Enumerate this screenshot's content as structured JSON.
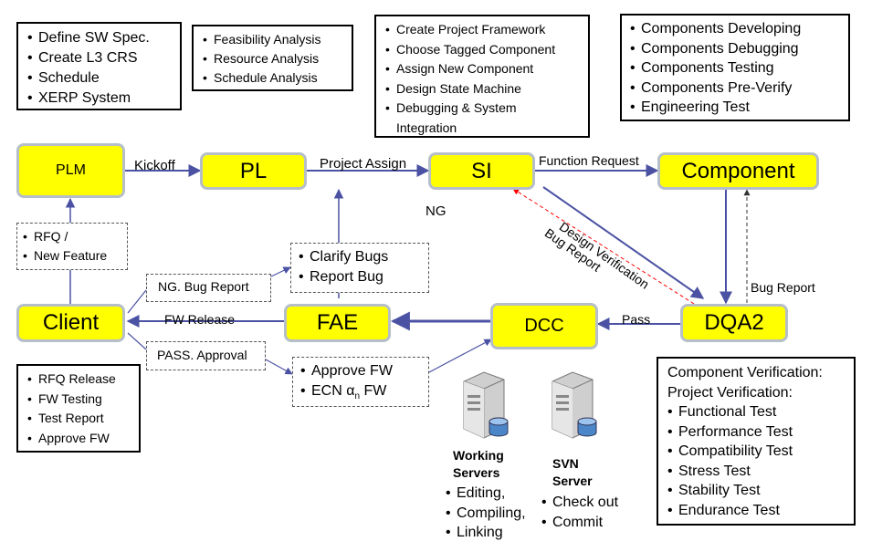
{
  "boxes": {
    "plm_tasks": [
      "Define SW Spec.",
      "Create L3 CRS",
      "Schedule",
      "XERP System"
    ],
    "pl_tasks": [
      "Feasibility Analysis",
      "Resource Analysis",
      "Schedule Analysis"
    ],
    "si_tasks": [
      "Create Project Framework",
      "Choose Tagged  Component",
      "Assign New Component",
      "Design State Machine",
      "Debugging & System",
      "Integration"
    ],
    "component_tasks": [
      "Components Developing",
      "Components Debugging",
      "Components Testing",
      "Components Pre-Verify",
      "Engineering Test"
    ],
    "client_inputs": [
      "RFQ /",
      "New Feature"
    ],
    "fae_bug_tasks": [
      "Clarify Bugs",
      "Report Bug"
    ],
    "client_tasks": [
      "RFQ Release",
      "FW Testing",
      "Test Report",
      "Approve FW"
    ],
    "fae_approve_tasks": [
      "Approve FW",
      "ECN α",
      "FW"
    ],
    "fae_approve_subscript": "n",
    "verification_heading": [
      "Component Verification:",
      "Project Verification:"
    ],
    "verification_tests": [
      "Functional Test",
      "Performance Test",
      "Compatibility Test",
      "Stress Test",
      "Stability Test",
      "Endurance Test"
    ],
    "ng_bug_report": "NG. Bug Report",
    "pass_approval": "PASS. Approval"
  },
  "nodes": {
    "plm": "PLM",
    "pl": "PL",
    "si": "SI",
    "component": "Component",
    "client": "Client",
    "fae": "FAE",
    "dcc": "DCC",
    "dqa2": "DQA2"
  },
  "labels": {
    "kickoff": "Kickoff",
    "project_assign": "Project Assign",
    "function_request": "Function Request",
    "ng": "NG",
    "design_verification": "Design Verification",
    "bug_report_diag": "Bug Report",
    "bug_report_right": "Bug Report",
    "fw_release": "FW Release",
    "pass": "Pass"
  },
  "servers": {
    "working_title": [
      "Working",
      "Servers"
    ],
    "working_items": [
      "Editing,",
      "Compiling,",
      "Linking"
    ],
    "svn_title": [
      "SVN",
      "Server"
    ],
    "svn_items": [
      "Check out",
      "Commit"
    ]
  },
  "colors": {
    "node_fill": "#ffff00",
    "node_border": "#b6bfc9",
    "arrow": "#4b52a3",
    "bug_arrow": "#ff0000"
  }
}
